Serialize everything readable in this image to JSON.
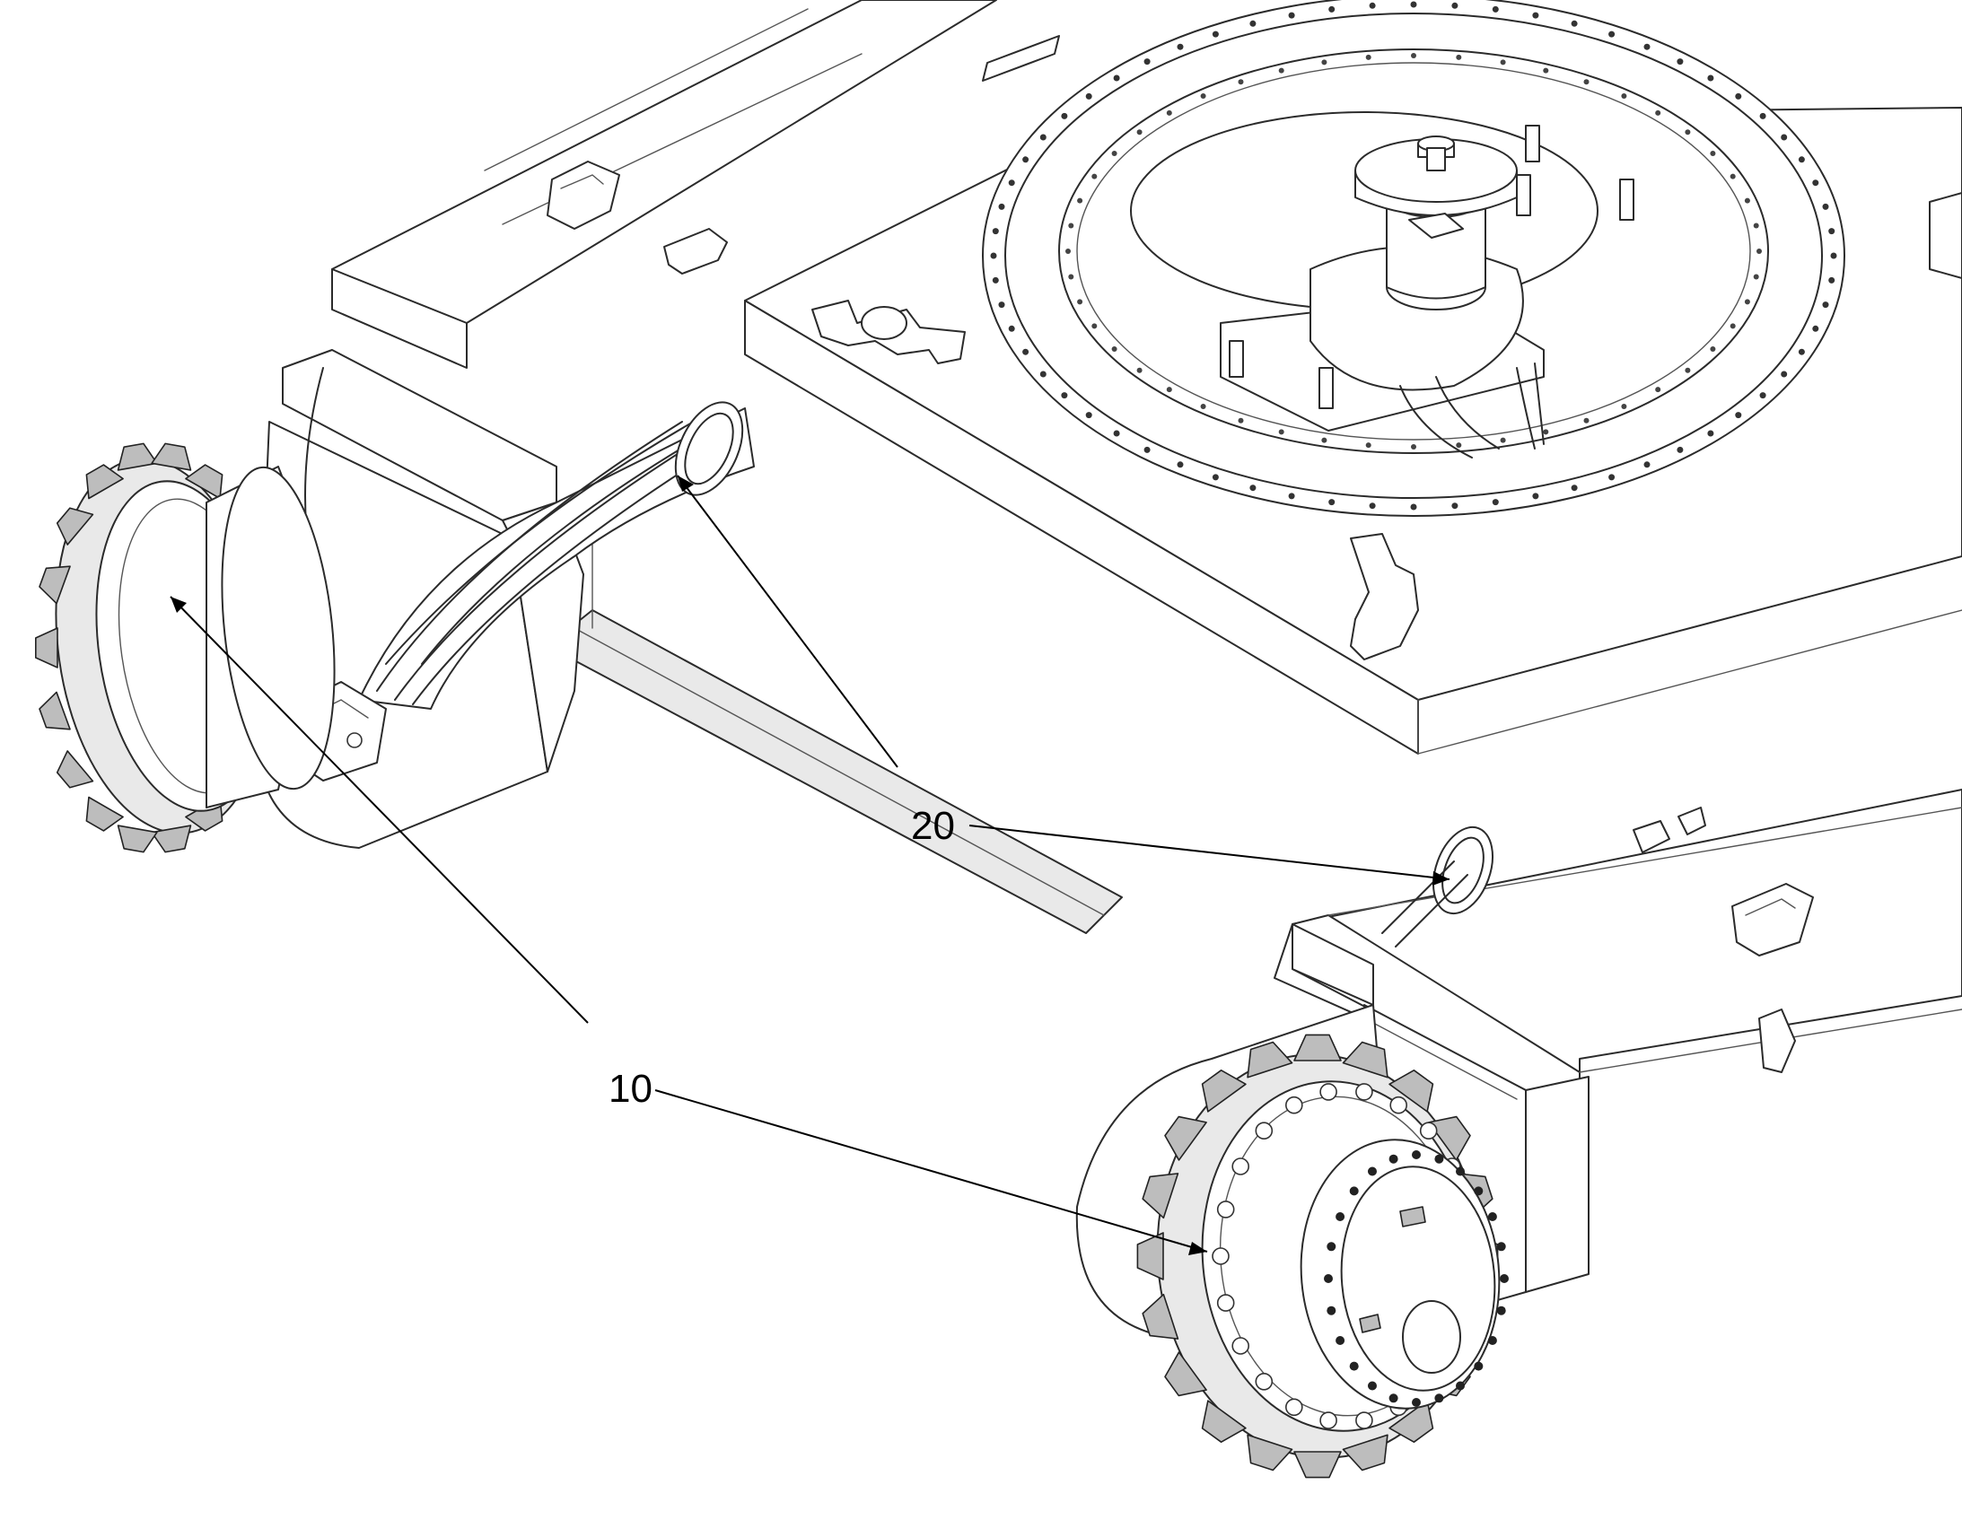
{
  "callouts": [
    {
      "id": "10",
      "label": "10"
    },
    {
      "id": "20",
      "label": "20"
    }
  ],
  "colors": {
    "line": "#2b2b2b",
    "background": "#ffffff",
    "shade": "#e9e9e9"
  }
}
